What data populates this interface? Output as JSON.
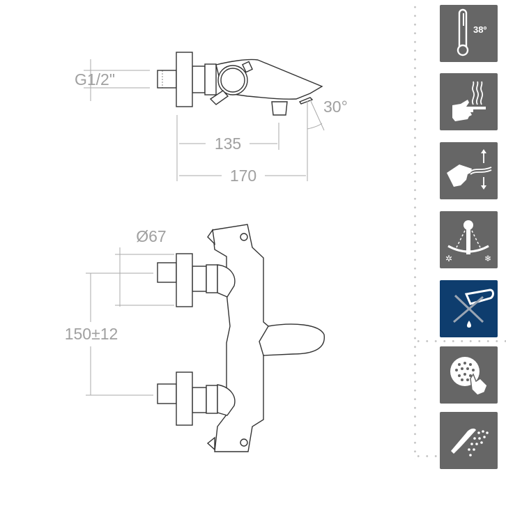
{
  "side_view": {
    "thread_label": "G1/2\"",
    "angle_label": "30°",
    "dim_outlet": "135",
    "dim_total": "170"
  },
  "front_view": {
    "flange_diameter": "Ø67",
    "center_distance": "150±12"
  },
  "features": {
    "thermostat_temp": "38º",
    "items": [
      "thermostatic-38",
      "anti-scald",
      "flow-control",
      "hot-cold-mixing",
      "no-drip-spout",
      "anti-limescale-shower",
      "hand-shower"
    ],
    "highlight_color": "#0e3d6e",
    "icon_bg": "#666666"
  }
}
